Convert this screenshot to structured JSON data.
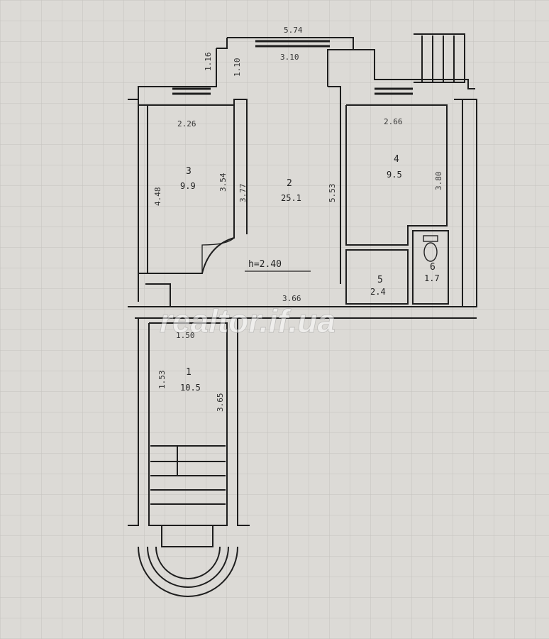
{
  "plan": {
    "watermark": "realtor.if.ua",
    "ceiling_height": "h=2.40",
    "rooms": [
      {
        "number": "1",
        "area": "10.5"
      },
      {
        "number": "2",
        "area": "25.1"
      },
      {
        "number": "3",
        "area": "9.9"
      },
      {
        "number": "4",
        "area": "9.5"
      },
      {
        "number": "5",
        "area": "2.4"
      },
      {
        "number": "6",
        "area": "1.7"
      }
    ],
    "dimensions": {
      "top_outer": "5.74",
      "top_inner": "3.10",
      "top_left_outer": "1.16",
      "top_left_inner": "1.10",
      "room3_width": "2.26",
      "room3_left": "4.48",
      "room3_right": "3.54",
      "room2_left": "3.77",
      "room2_right": "5.53",
      "room4_width": "2.66",
      "room4_right": "3.80",
      "bottom_hall": "3.66",
      "room1_width": "1.50",
      "room1_left": "1.53",
      "room1_right": "3.65"
    },
    "colors": {
      "paper": "#dcdad6",
      "grid": "#c2c0bc",
      "wall": "#1e1e1e"
    }
  }
}
